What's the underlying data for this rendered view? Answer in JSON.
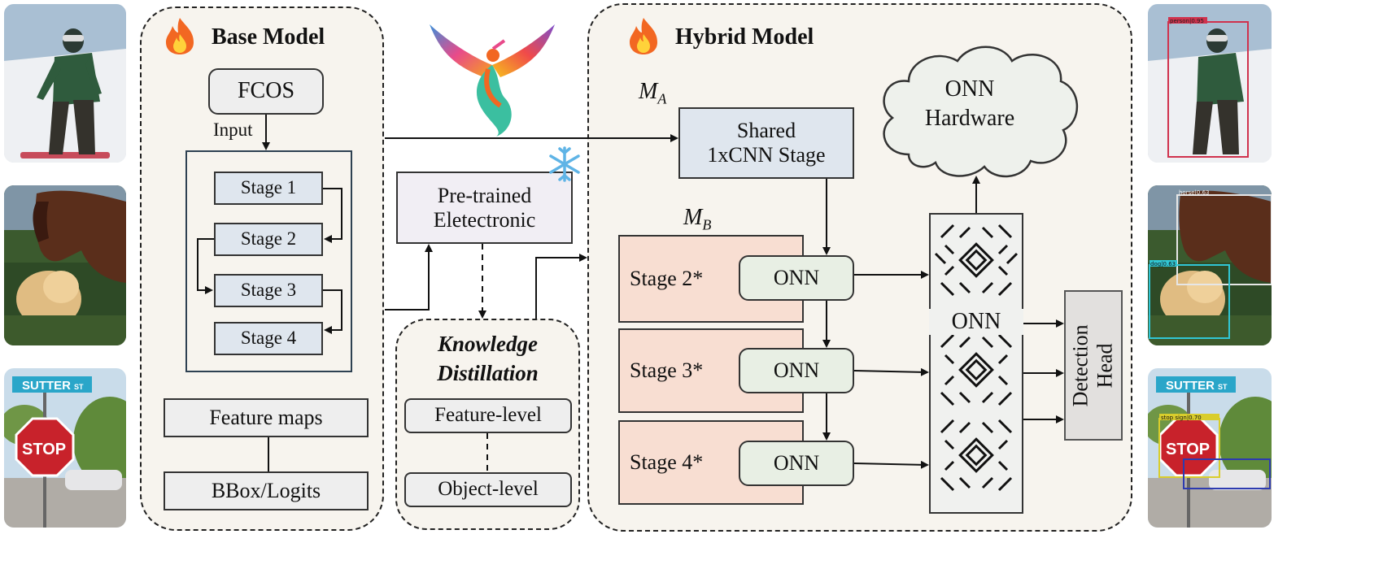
{
  "base_model": {
    "title": "Base Model",
    "fcos": "FCOS",
    "input_label": "Input",
    "stages": [
      "Stage 1",
      "Stage 2",
      "Stage 3",
      "Stage 4"
    ],
    "feature_maps": "Feature maps",
    "bbox_logits": "BBox/Logits"
  },
  "middle": {
    "pretrained": "Pre-trained\nEletectronic",
    "kd_title": "Knowledge\nDistillation",
    "feature_level": "Feature-level",
    "object_level": "Object-level"
  },
  "hybrid_model": {
    "title": "Hybrid Model",
    "ma_label": "M",
    "ma_sub": "A",
    "mb_label": "M",
    "mb_sub": "B",
    "shared_stage": "Shared\n1xCNN Stage",
    "onn_hardware": "ONN\nHardware",
    "stages": [
      "Stage 2*",
      "Stage 3*",
      "Stage 4*"
    ],
    "onn_label": "ONN",
    "onn_big": "ONN",
    "detection_head": "Detection\nHead"
  },
  "detections": {
    "person": "person|0.95",
    "horse": "horse|0.63",
    "dog": "dog|0.63",
    "stop_sign": "stop sign|0.70"
  },
  "street_sign": "SUTTER",
  "street_sign_suffix": "ST",
  "stop_text": "STOP",
  "colors": {
    "panel_bg": "#f7f4ee",
    "stage_blue": "#dfe6ee",
    "onn_green": "#e8efe4",
    "stage_salmon": "#f8ded2",
    "flame": "#f26722",
    "snowflake": "#5fb4e6"
  },
  "icons": [
    "flame-icon",
    "phoenix-logo",
    "snowflake-icon",
    "cloud-shape"
  ]
}
